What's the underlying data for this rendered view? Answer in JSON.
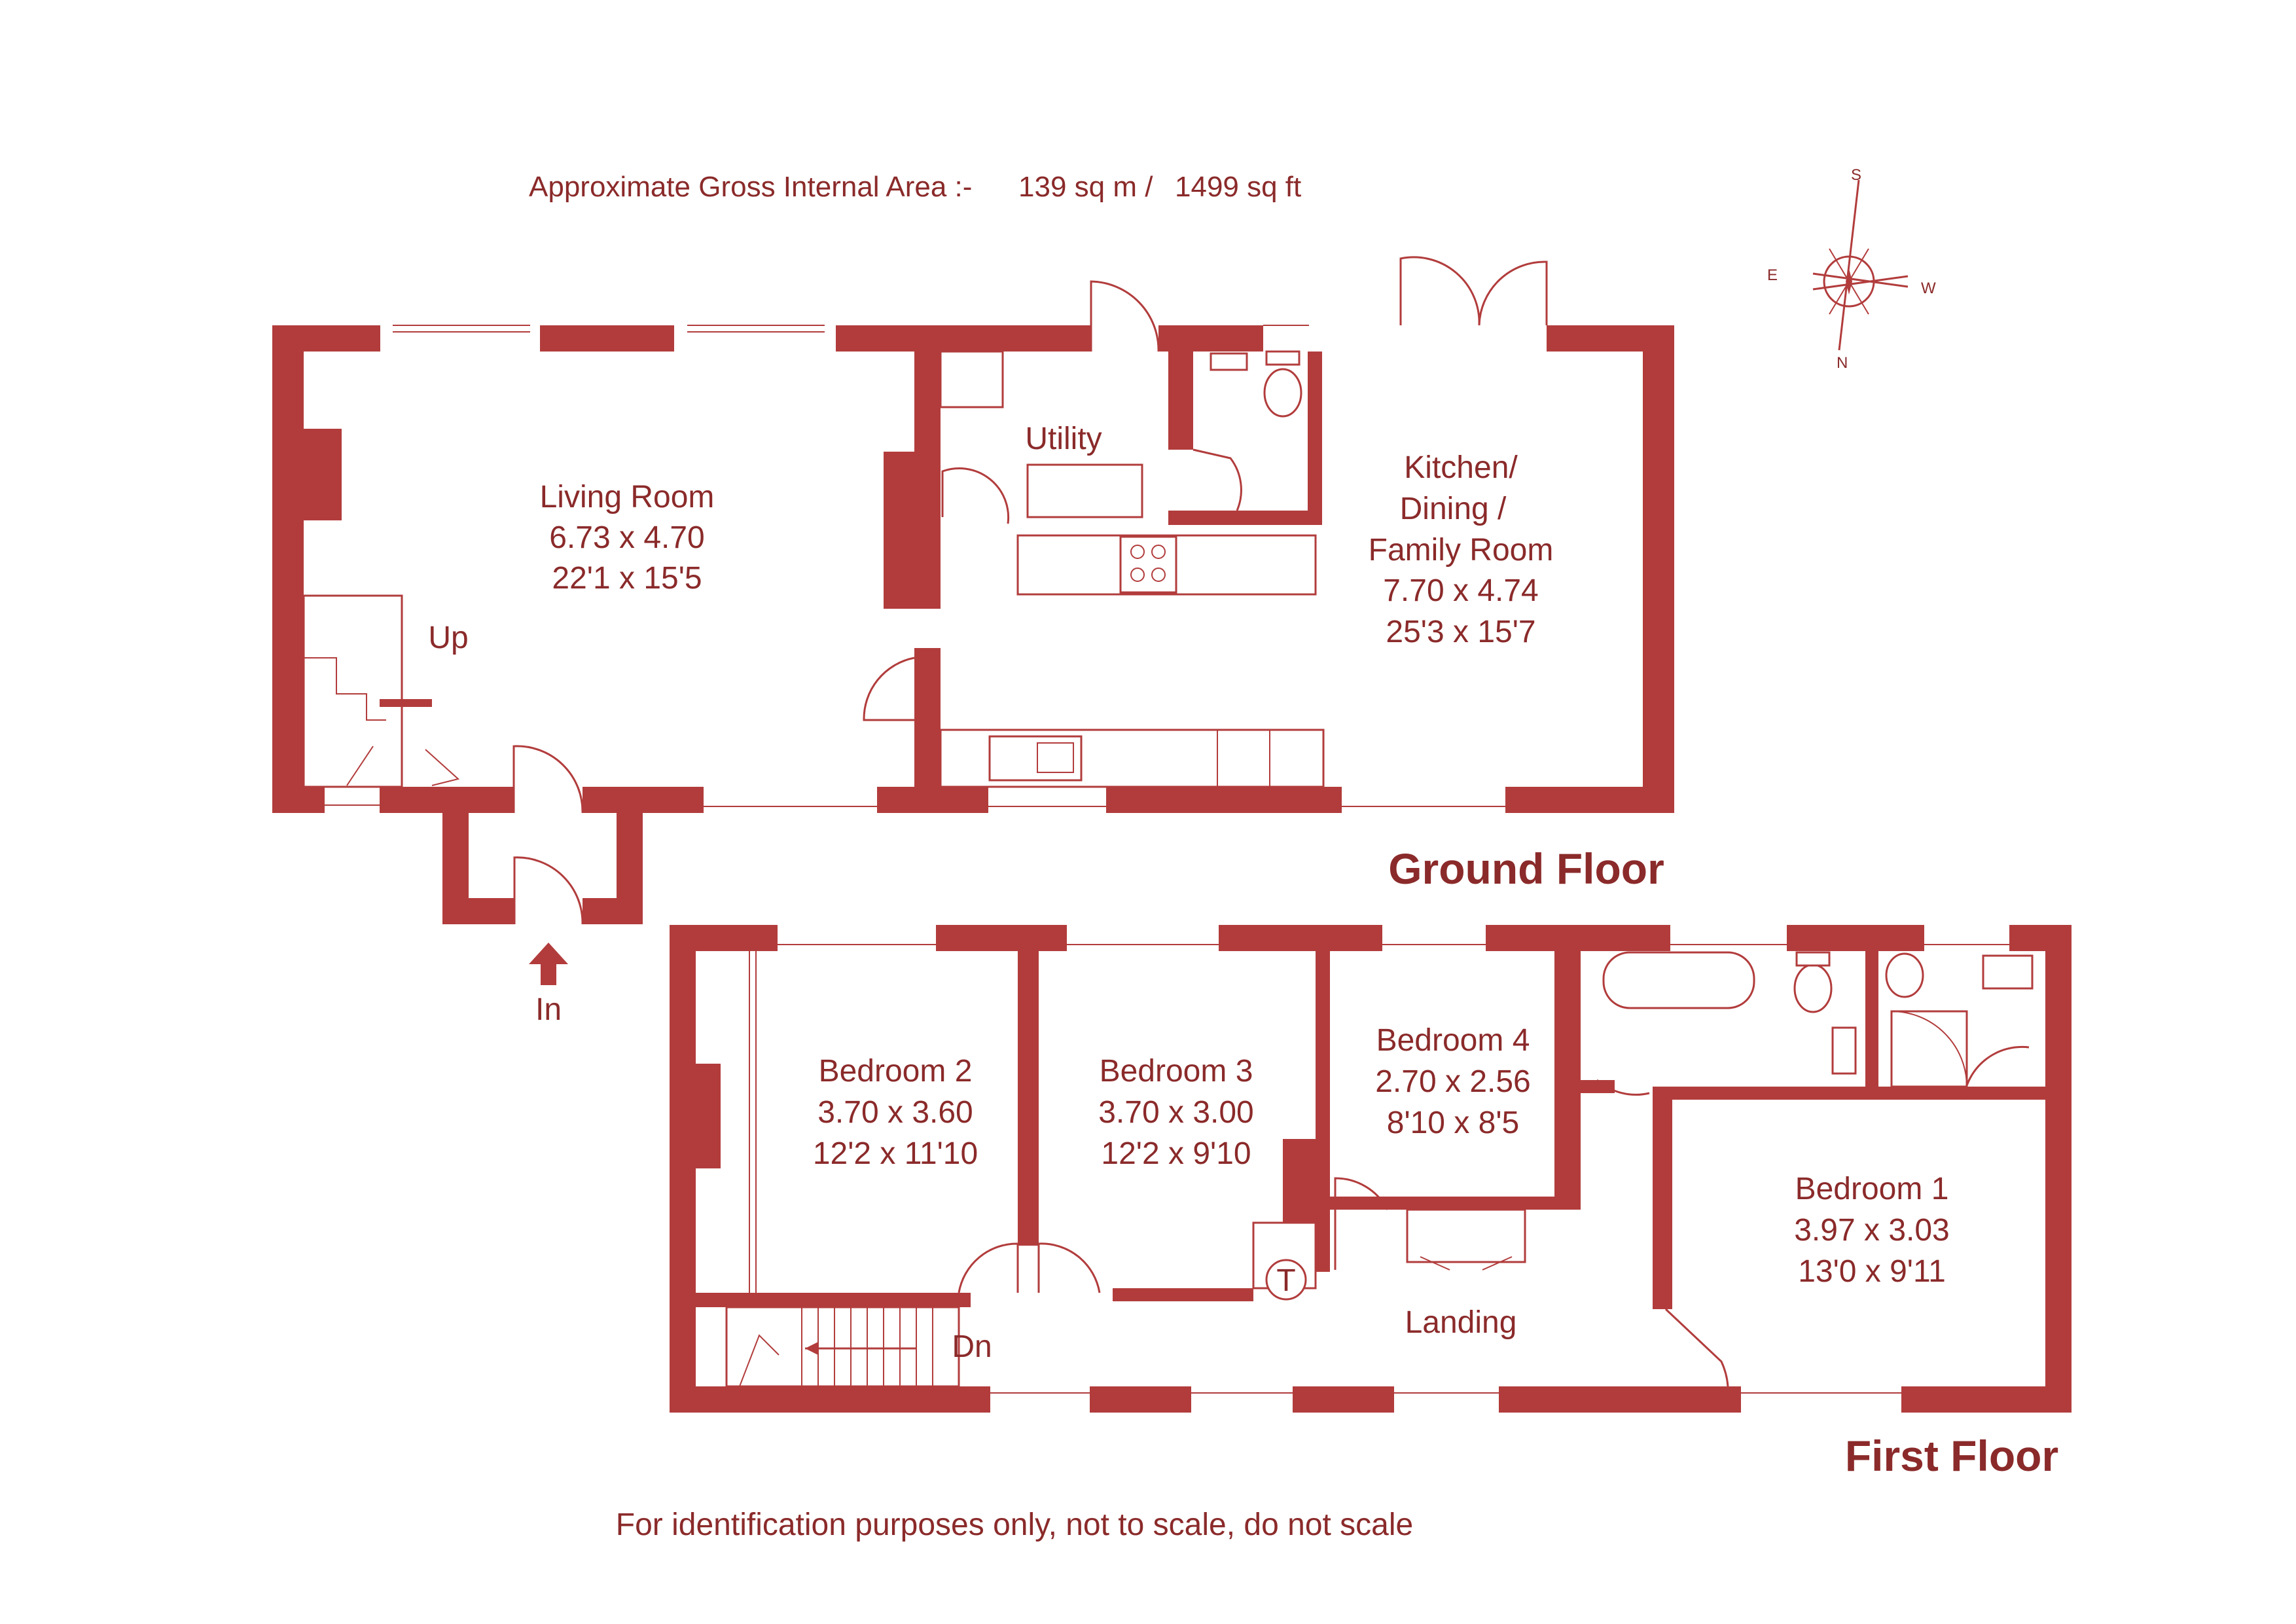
{
  "header": {
    "area_label": "Approximate Gross Internal Area  :-",
    "area_sqm": "139 sq m /",
    "area_sqft": "1499 sq ft"
  },
  "compass": {
    "s": "S",
    "e": "E",
    "w": "W",
    "n": "N"
  },
  "ground_floor": {
    "title": "Ground Floor",
    "living": {
      "name": "Living Room",
      "metric": "6.73 x 4.70",
      "imperial": "22'1 x 15'5"
    },
    "utility": {
      "name": "Utility"
    },
    "kitchen": {
      "line1": "Kitchen/",
      "line2": "Dining /",
      "line3": "Family Room",
      "metric": "7.70 x 4.74",
      "imperial": "25'3 x 15'7"
    },
    "stairs_label": "Up",
    "entrance_label": "In"
  },
  "first_floor": {
    "title": "First Floor",
    "bed2": {
      "name": "Bedroom 2",
      "metric": "3.70 x 3.60",
      "imperial": "12'2 x 11'10"
    },
    "bed3": {
      "name": "Bedroom 3",
      "metric": "3.70 x 3.00",
      "imperial": "12'2 x 9'10"
    },
    "bed4": {
      "name": "Bedroom 4",
      "metric": "2.70 x 2.56",
      "imperial": "8'10 x 8'5"
    },
    "bed1": {
      "name": "Bedroom 1",
      "metric": "3.97 x 3.03",
      "imperial": "13'0 x 9'11"
    },
    "landing": "Landing",
    "stairs_label": "Dn",
    "tank_label": "T"
  },
  "footer": {
    "disclaimer": "For identification purposes only, not to scale, do not scale"
  },
  "colors": {
    "wall": "#b23c3c",
    "text": "#8b2a2a",
    "background": "#ffffff"
  }
}
